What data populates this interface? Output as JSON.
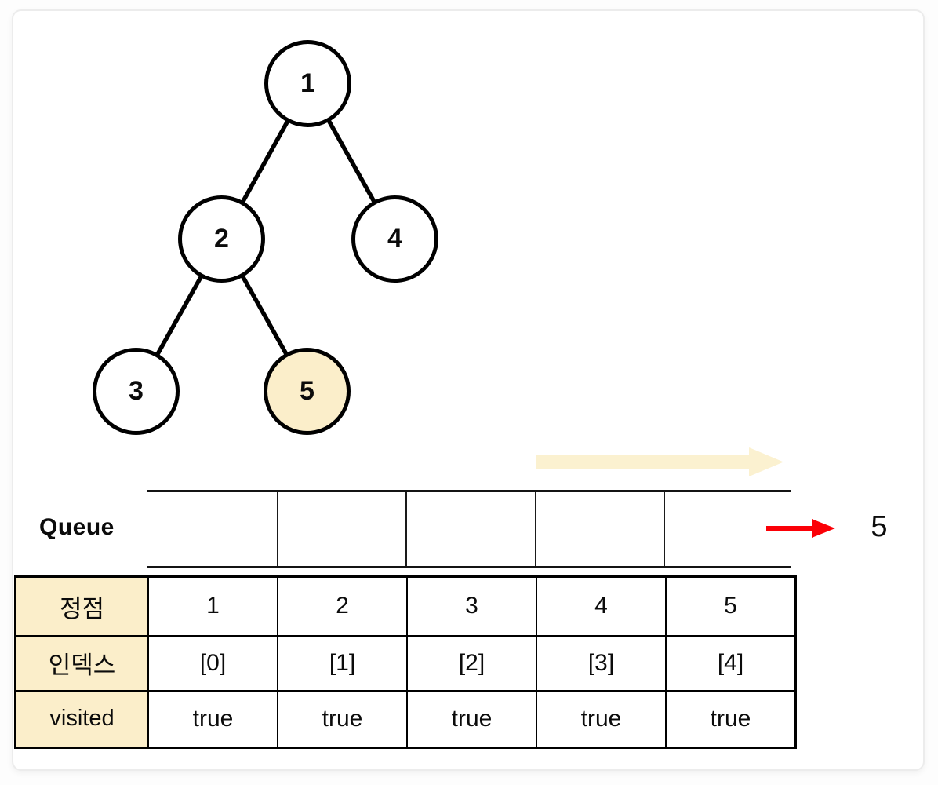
{
  "tree": {
    "nodes": [
      {
        "label": "1",
        "highlighted": false
      },
      {
        "label": "2",
        "highlighted": false
      },
      {
        "label": "3",
        "highlighted": false
      },
      {
        "label": "4",
        "highlighted": false
      },
      {
        "label": "5",
        "highlighted": true
      }
    ],
    "edges": [
      "1-2",
      "1-4",
      "2-3",
      "2-5"
    ],
    "node_fill": "#FFFFFF",
    "highlight_fill": "#FBEECA",
    "stroke_color": "#000000"
  },
  "queue": {
    "label": "Queue",
    "cells": [
      "",
      "",
      "",
      "",
      ""
    ],
    "output_value": "5",
    "output_arrow_color": "#FB0007",
    "flow_arrow_color": "#FBF1D0"
  },
  "table": {
    "header_bg": "#FBEECA",
    "rows": [
      {
        "header": "정점",
        "values": [
          "1",
          "2",
          "3",
          "4",
          "5"
        ]
      },
      {
        "header": "인덱스",
        "values": [
          "[0]",
          "[1]",
          "[2]",
          "[3]",
          "[4]"
        ]
      },
      {
        "header": "visited",
        "values": [
          "true",
          "true",
          "true",
          "true",
          "true"
        ]
      }
    ]
  }
}
